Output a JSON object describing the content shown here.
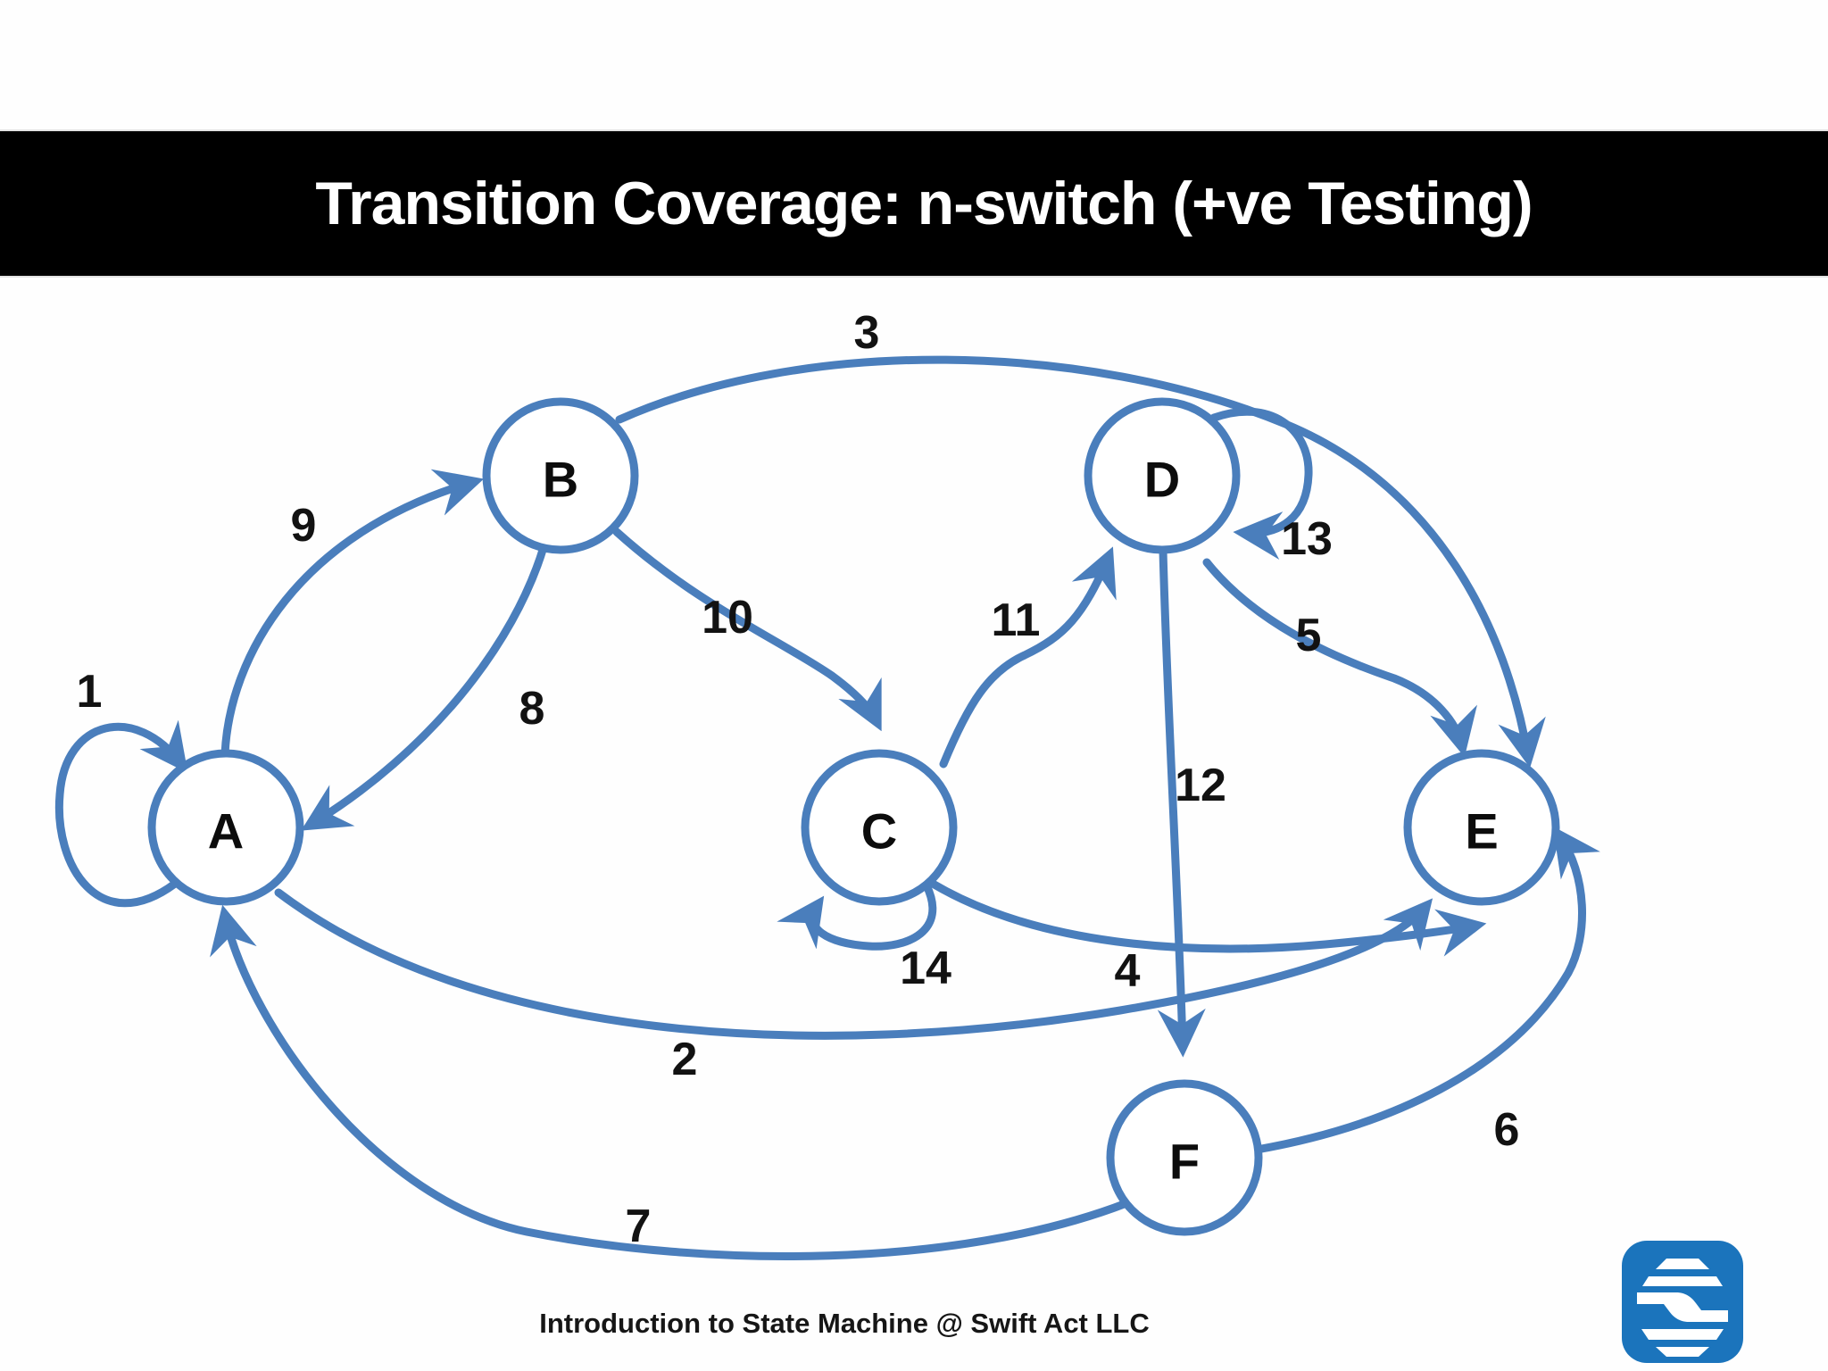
{
  "slide": {
    "title": "Transition Coverage: n-switch (+ve Testing)",
    "footer": "Introduction to State Machine @ Swift Act LLC"
  },
  "colors": {
    "edge": "#4a7ebc",
    "node_fill": "#ffffff",
    "label_text": "#121212",
    "title_bg": "#000000",
    "title_text": "#ffffff",
    "logo_blue": "#1b74bc"
  },
  "diagram": {
    "type": "state-machine",
    "nodes": [
      {
        "id": "A",
        "label": "A"
      },
      {
        "id": "B",
        "label": "B"
      },
      {
        "id": "C",
        "label": "C"
      },
      {
        "id": "D",
        "label": "D"
      },
      {
        "id": "E",
        "label": "E"
      },
      {
        "id": "F",
        "label": "F"
      }
    ],
    "edges": [
      {
        "number": "1",
        "from": "A",
        "to": "A",
        "self_loop": true
      },
      {
        "number": "2",
        "from": "A",
        "to": "E",
        "self_loop": false
      },
      {
        "number": "3",
        "from": "B",
        "to": "E",
        "self_loop": false
      },
      {
        "number": "4",
        "from": "C",
        "to": "E",
        "self_loop": false
      },
      {
        "number": "5",
        "from": "D",
        "to": "E",
        "self_loop": false
      },
      {
        "number": "6",
        "from": "F",
        "to": "E",
        "self_loop": false
      },
      {
        "number": "7",
        "from": "F",
        "to": "A",
        "self_loop": false
      },
      {
        "number": "8",
        "from": "B",
        "to": "A",
        "self_loop": false
      },
      {
        "number": "9",
        "from": "A",
        "to": "B",
        "self_loop": false
      },
      {
        "number": "10",
        "from": "B",
        "to": "C",
        "self_loop": false
      },
      {
        "number": "11",
        "from": "C",
        "to": "D",
        "self_loop": false
      },
      {
        "number": "12",
        "from": "D",
        "to": "F",
        "self_loop": false
      },
      {
        "number": "13",
        "from": "D",
        "to": "D",
        "self_loop": true
      },
      {
        "number": "14",
        "from": "C",
        "to": "C",
        "self_loop": true
      }
    ]
  },
  "logo": {
    "name": "Swift Act logo"
  }
}
